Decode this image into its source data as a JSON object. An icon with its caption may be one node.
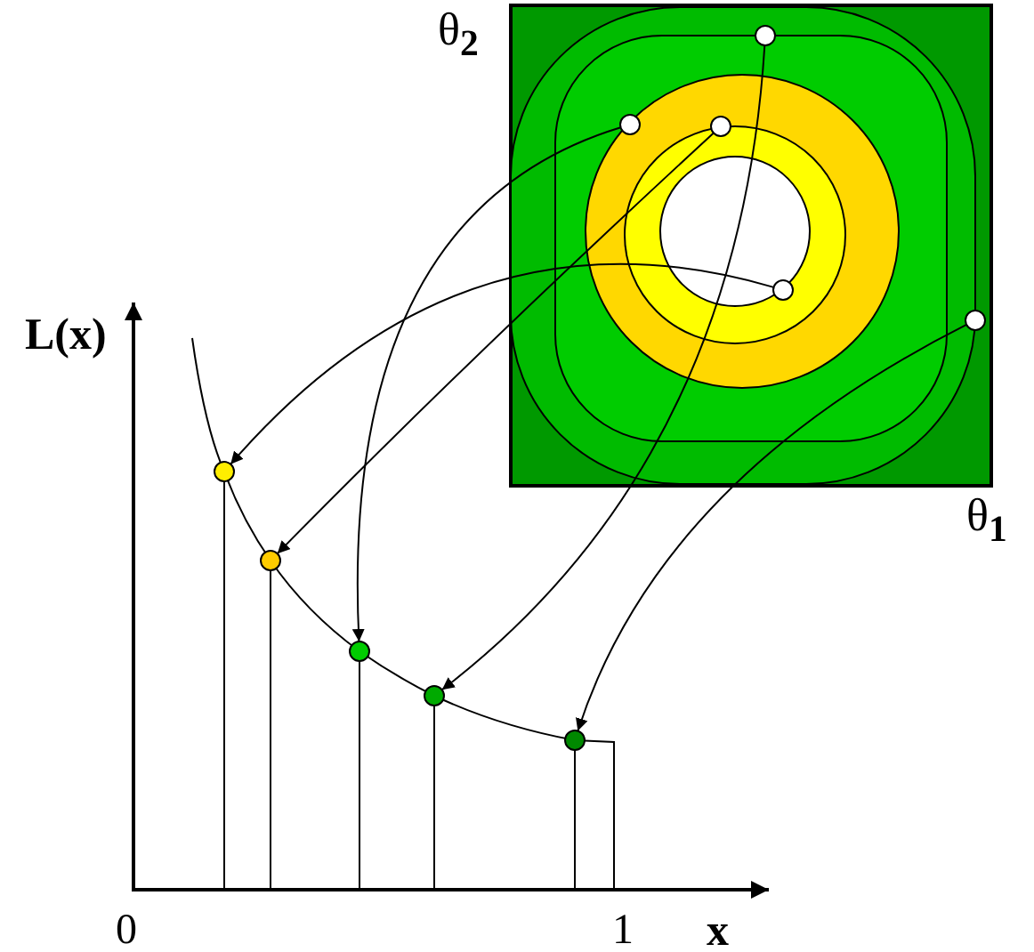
{
  "diagram": {
    "nodes": [
      {
        "text": [],
        "shape": "circle"
      },
      {
        "text": [],
        "shape": "circle"
      },
      {
        "text": [],
        "shape": "circle"
      },
      {
        "text": [],
        "shape": "circle"
      },
      {
        "text": [],
        "shape": "circle"
      },
      {
        "text": [],
        "shape": "circle"
      },
      {
        "text": [],
        "shape": "circle"
      },
      {
        "text": [],
        "shape": "circle"
      },
      {
        "text": [],
        "shape": "circle"
      },
      {
        "text": [],
        "shape": "circle"
      }
    ],
    "edges": [
      {
        "from": 3,
        "to": 5,
        "arrow": "to"
      },
      {
        "from": 2,
        "to": 6,
        "arrow": "to"
      },
      {
        "from": 1,
        "to": 7,
        "arrow": "to"
      },
      {
        "from": 0,
        "to": 8,
        "arrow": "to"
      },
      {
        "from": 4,
        "to": 9,
        "arrow": "to"
      }
    ],
    "labels": [
      "θ$_{2}$",
      "L(x)",
      "θ$_{1}$",
      "0",
      "1",
      "x"
    ]
  }
}
